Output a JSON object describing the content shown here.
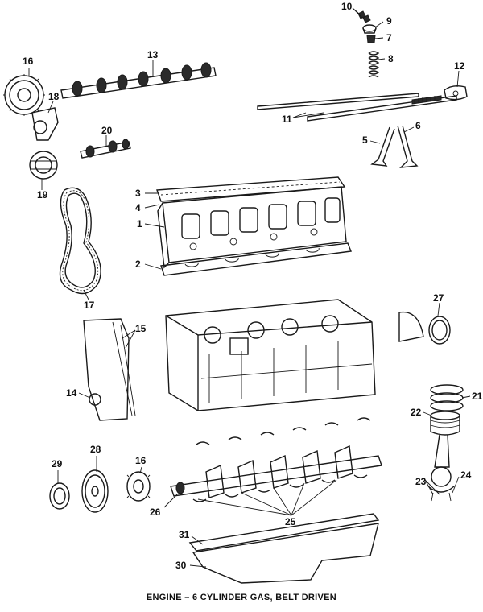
{
  "caption": "ENGINE – 6 CYLINDER GAS, BELT DRIVEN",
  "callouts": {
    "c1": "1",
    "c2": "2",
    "c3": "3",
    "c4": "4",
    "c5": "5",
    "c6": "6",
    "c7": "7",
    "c8": "8",
    "c9": "9",
    "c10": "10",
    "c11": "11",
    "c12": "12",
    "c13": "13",
    "c14": "14",
    "c15": "15",
    "c16a": "16",
    "c16b": "16",
    "c17": "17",
    "c18": "18",
    "c19": "19",
    "c20": "20",
    "c21": "21",
    "c22": "22",
    "c23": "23",
    "c24": "24",
    "c25": "25",
    "c26": "26",
    "c27": "27",
    "c28": "28",
    "c29": "29",
    "c30": "30",
    "c31": "31"
  }
}
